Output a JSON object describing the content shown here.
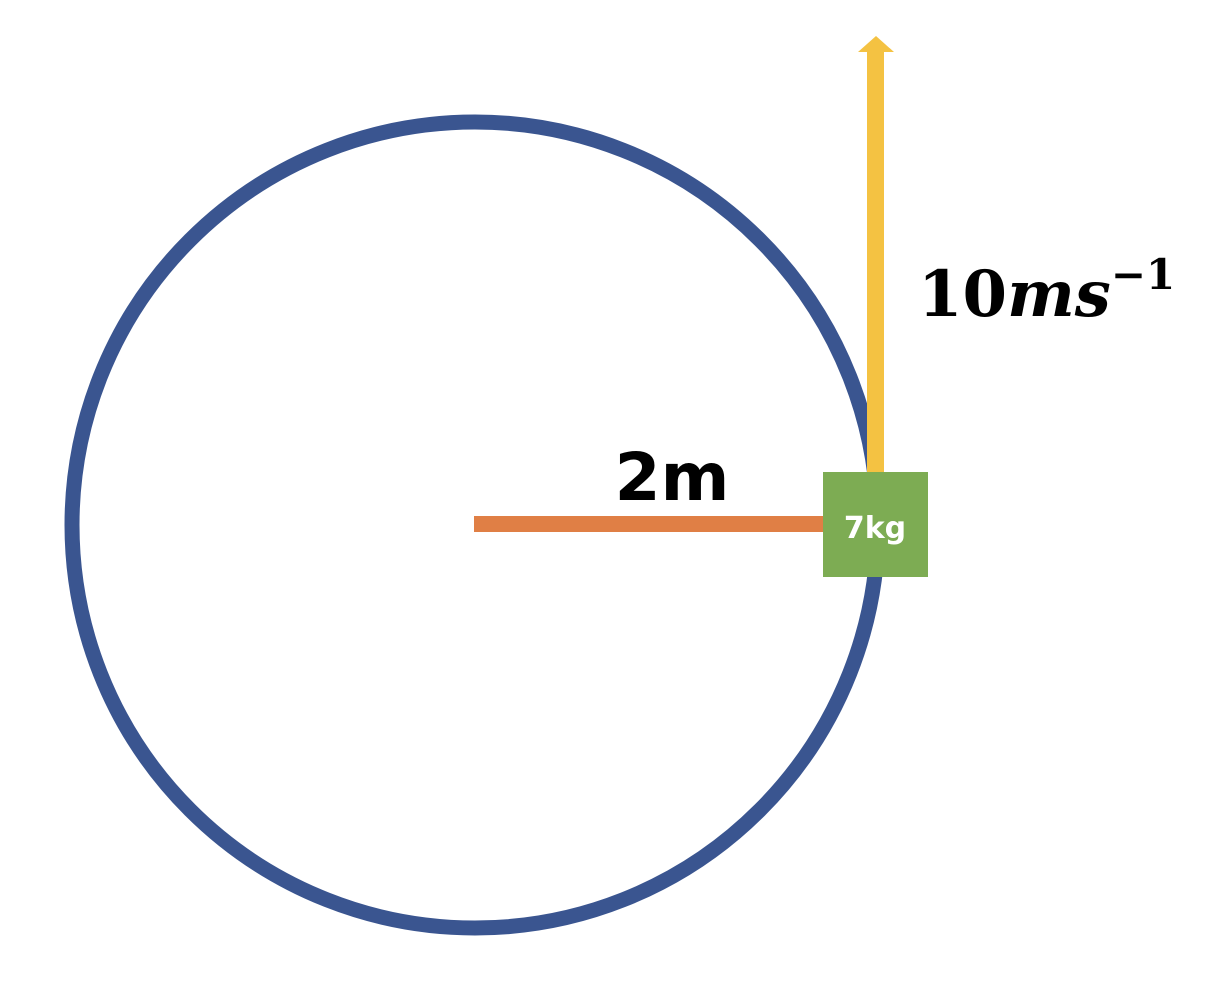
{
  "diagram": {
    "radius_label": "2m",
    "mass_label": "7kg",
    "velocity_label": {
      "value": "10",
      "unit": "ms",
      "exponent": "−1"
    }
  },
  "colors": {
    "circle": "#3a5590",
    "radius_line": "#e07f45",
    "mass_block": "#7dac53",
    "velocity_arrow": "#f4c242",
    "mass_text": "#ffffff",
    "label_text": "#000000"
  }
}
